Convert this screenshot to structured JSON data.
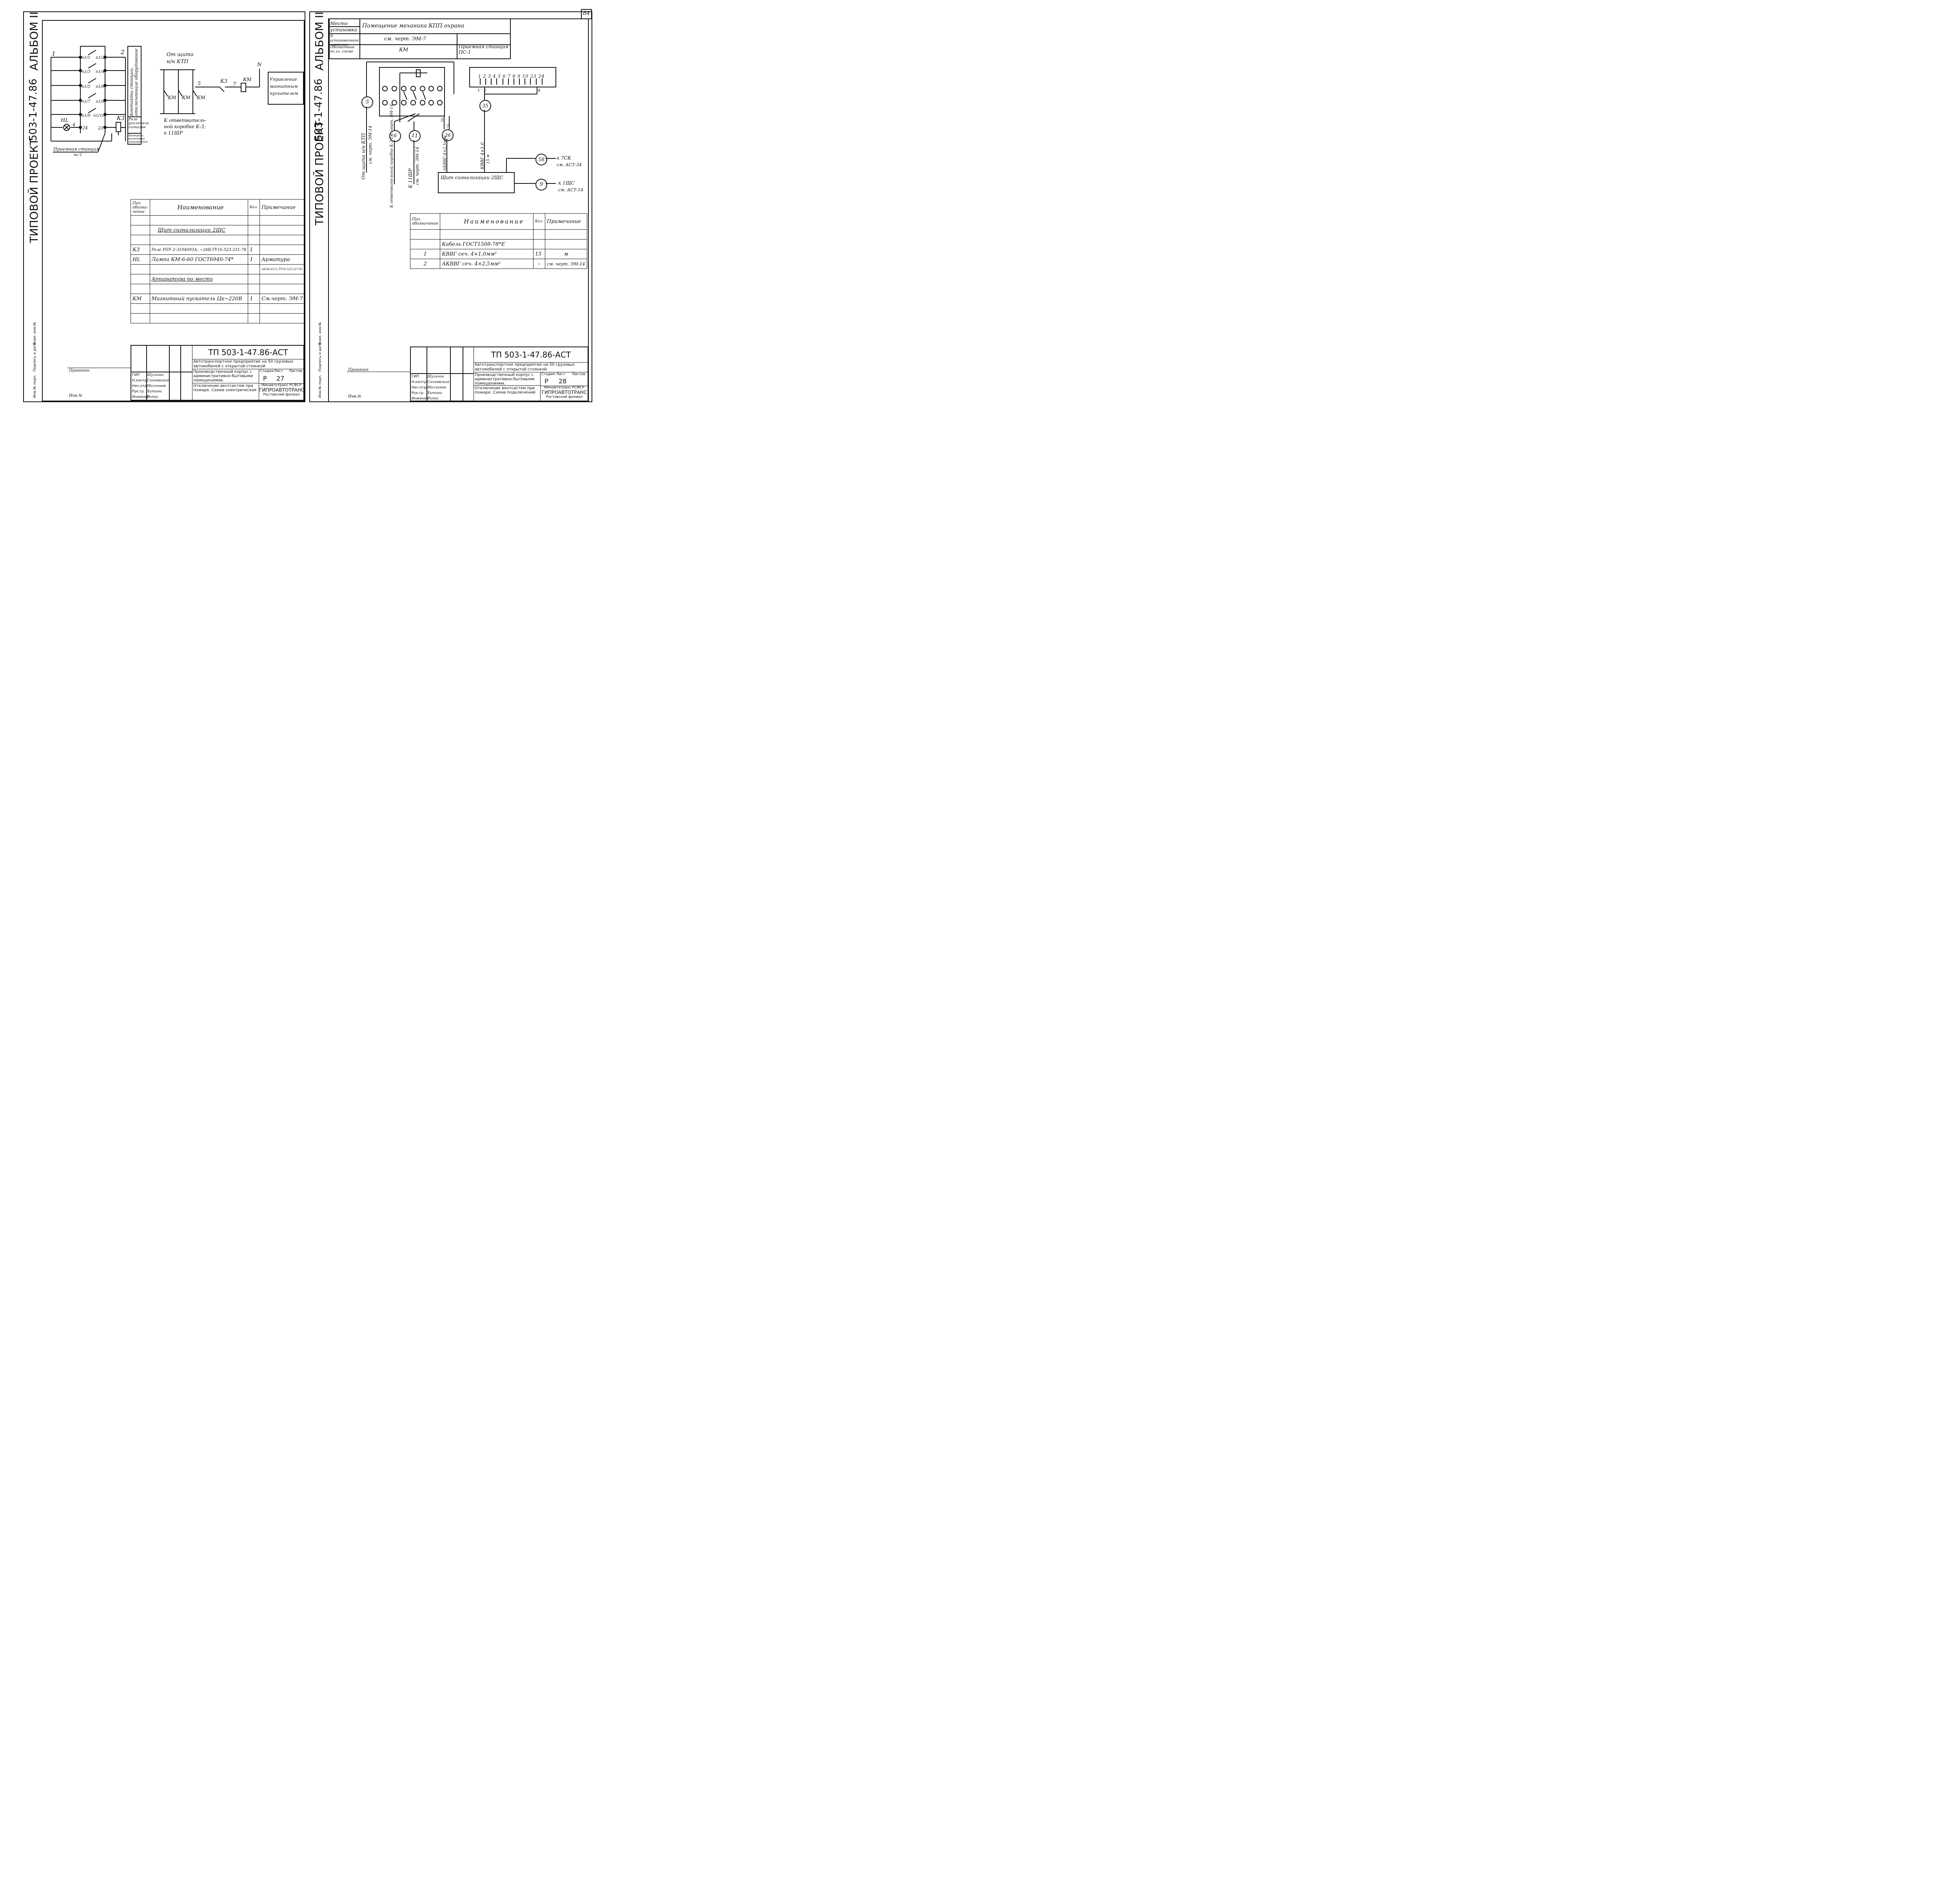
{
  "page_number": "84",
  "left": {
    "album": "АЛЬБОМ II",
    "project_code": "503-1-47.86",
    "project_type": "ТИПОВОЙ ПРОЕКТ",
    "side_stamp": [
      "Инв.№ подл.",
      "Подпись и дата",
      "Взам. инв.№"
    ],
    "schematic": {
      "node_1": "1",
      "node_2": "2",
      "contacts": [
        "п1/1",
        "п1/2",
        "п1/3",
        "п1/4",
        "п1/5",
        "п1/6",
        "п1/7",
        "п1/8",
        "п1/9",
        "п1/10"
      ],
      "hl": "HL",
      "wire_4": "4",
      "term_24": "24",
      "term_23": "23",
      "relay": "К3",
      "station_label": "Приемная станция",
      "station_sub": "пс-1",
      "vert_box_1": "Контакты станции, отключающие оборудование",
      "vert_box_2": "Реле усилитель сигналов",
      "vert_box_3": "Контроль включения напряжения"
    },
    "power": {
      "from_line1": "От щита",
      "from_line2": "н/н КТП",
      "km": [
        "КМ",
        "КМ",
        "КМ"
      ],
      "wire_5": "5",
      "k3": "К3",
      "wire_7": "7",
      "km_coil": "КМ",
      "n": "N",
      "control_box": "Управление магнитным пускателем",
      "to_line1": "К ответвитель-",
      "to_line2": "ной коробке К-3;",
      "to_line3": "к 11ШР"
    },
    "table": {
      "headers": [
        "Поз обозна-чение",
        "Наименование",
        "Кол.",
        "Примечание"
      ],
      "rows": [
        [
          "",
          "",
          "",
          ""
        ],
        [
          "",
          "Щит сигнализации 2ЩС",
          "",
          ""
        ],
        [
          "",
          "",
          "",
          ""
        ],
        [
          "К3",
          "Реле РПУ-2-3104093А; ~24В;ТУ16.523.331-78",
          "1",
          ""
        ],
        [
          "HL",
          "Лампа КМ-6-60 ГОСТ6940-74*",
          "1",
          "Арматура"
        ],
        [
          "",
          "",
          "",
          "АЕ3414111.ТУ16-535.527-81"
        ],
        [
          "",
          "Аппаратура по месту",
          "",
          ""
        ],
        [
          "",
          "",
          "",
          ""
        ],
        [
          "КМ",
          "Магнитный пускатель Цк~220В",
          "1",
          "См.черт. ЭМ-7"
        ],
        [
          "",
          "",
          "",
          ""
        ],
        [
          "",
          "",
          "",
          ""
        ]
      ]
    },
    "stamp": {
      "code": "ТП 503-1-47.86-АСТ",
      "desc1": "Автотранспортное предприятие на 50 грузовых автомобилей с открытой стоянкой",
      "desc2": "Производственный корпус с административно-бытовыми помещениями.",
      "desc3": "Отключение вентсистем при пожаре. Схема электрическая",
      "stage_h": "Стадия",
      "sheet_h": "Лист",
      "sheets_h": "Листов",
      "stage": "Р",
      "sheet": "27",
      "org1": "Минавтотранс РСФСР",
      "org2": "ГИПРОАВТОТРАНС",
      "org3": "Ростовский филиал",
      "bound": "Привязан.",
      "inv": "Инв.№",
      "roles": [
        "ГИП",
        "Н.контр.",
        "Нач.отд.",
        "Рук.гр.",
        "Инженер"
      ],
      "names": [
        "Шульгин",
        "Сахновская",
        "Молчанов",
        "Хитина",
        "Рипка"
      ]
    }
  },
  "right": {
    "album": "АЛЬБОМ II",
    "project_code": "503-1-47.86",
    "project_type": "ТИПОВОЙ ПРОЕКТ",
    "side_stamp": [
      "Инв.№ подл.",
      "Подпись и дата",
      "Взам. инв.№"
    ],
    "header": {
      "place_label": "Место установки",
      "place_value": "Помещение механика КПП охрана",
      "drawing_label": "N установочного чертежа",
      "drawing_value": "см. черт. ЭМ-7",
      "desig_label": "Обозначение по эл. схеме",
      "desig_value": "КМ",
      "station": "Приемная станция ПС-1"
    },
    "wiring": {
      "c5": "5",
      "c6": "6",
      "c11": "11",
      "c26": "26",
      "c35": "35",
      "c58": "58",
      "c9": "9",
      "term_top": "1 2 3 4 5 6 7 8 9 10 23 24",
      "t1": "1",
      "t2": "2",
      "t4": "4",
      "w5": "5",
      "w7": "7",
      "cable_1": "От щита н/н КТП",
      "cable_1b": "см. черт. ЭМ-14",
      "cable_2": "К ответвительной коробке К-3 см. черт. ЭМ-14",
      "cable_3": "К 11ШР",
      "cable_3b": "см. черт. ЭМ-14",
      "cable_4": "АКВВГ-4×2,5мм²",
      "cable_5": "КВВГ 4×1,0",
      "cable_5b": "15 м",
      "panel": "Щит сигнализации 2ЩС",
      "to_7ck": "к 7СК",
      "to_7ck_b": "см. АСТ-34",
      "to_1shs": "к 1ЩС",
      "to_1shs_b": "см. АСТ-14"
    },
    "table": {
      "headers": [
        "Поз. обозначение",
        "Наименование",
        "Кол.",
        "Примечание"
      ],
      "rows": [
        [
          "",
          "",
          "",
          ""
        ],
        [
          "",
          "Кабель ГОСТ1508-78*Е",
          "",
          ""
        ],
        [
          "1",
          "КВВГ сеч. 4×1,0мм²",
          "15",
          "м"
        ],
        [
          "2",
          "АКВВГ сеч. 4×2,5мм²",
          "–",
          "см. черт. ЭМ-14"
        ]
      ]
    },
    "stamp": {
      "code": "ТП 503-1-47.86-АСТ",
      "desc1": "Автотранспортное предприятие на 50 грузовых автомобилей с открытой стоянкой",
      "desc2": "Производственный корпус с административно-бытовыми помещениями.",
      "desc3": "Отключение вентсистем при пожаре. Схема подключений",
      "stage_h": "Стадия",
      "sheet_h": "Лист",
      "sheets_h": "Листов",
      "stage": "Р",
      "sheet": "28",
      "org1": "Минавтотранс РСФСР",
      "org2": "ГИПРОАВТОТРАНС",
      "org3": "Ростовский филиал",
      "bound": "Привязан",
      "inv": "Инв.№",
      "roles": [
        "ГИП",
        "Н.контр.",
        "Нач.отд.",
        "Рук.гр.",
        "Инженер"
      ],
      "names": [
        "Шульгин",
        "Сахновская",
        "Молчанов",
        "Хитина",
        "Рипка"
      ]
    }
  }
}
